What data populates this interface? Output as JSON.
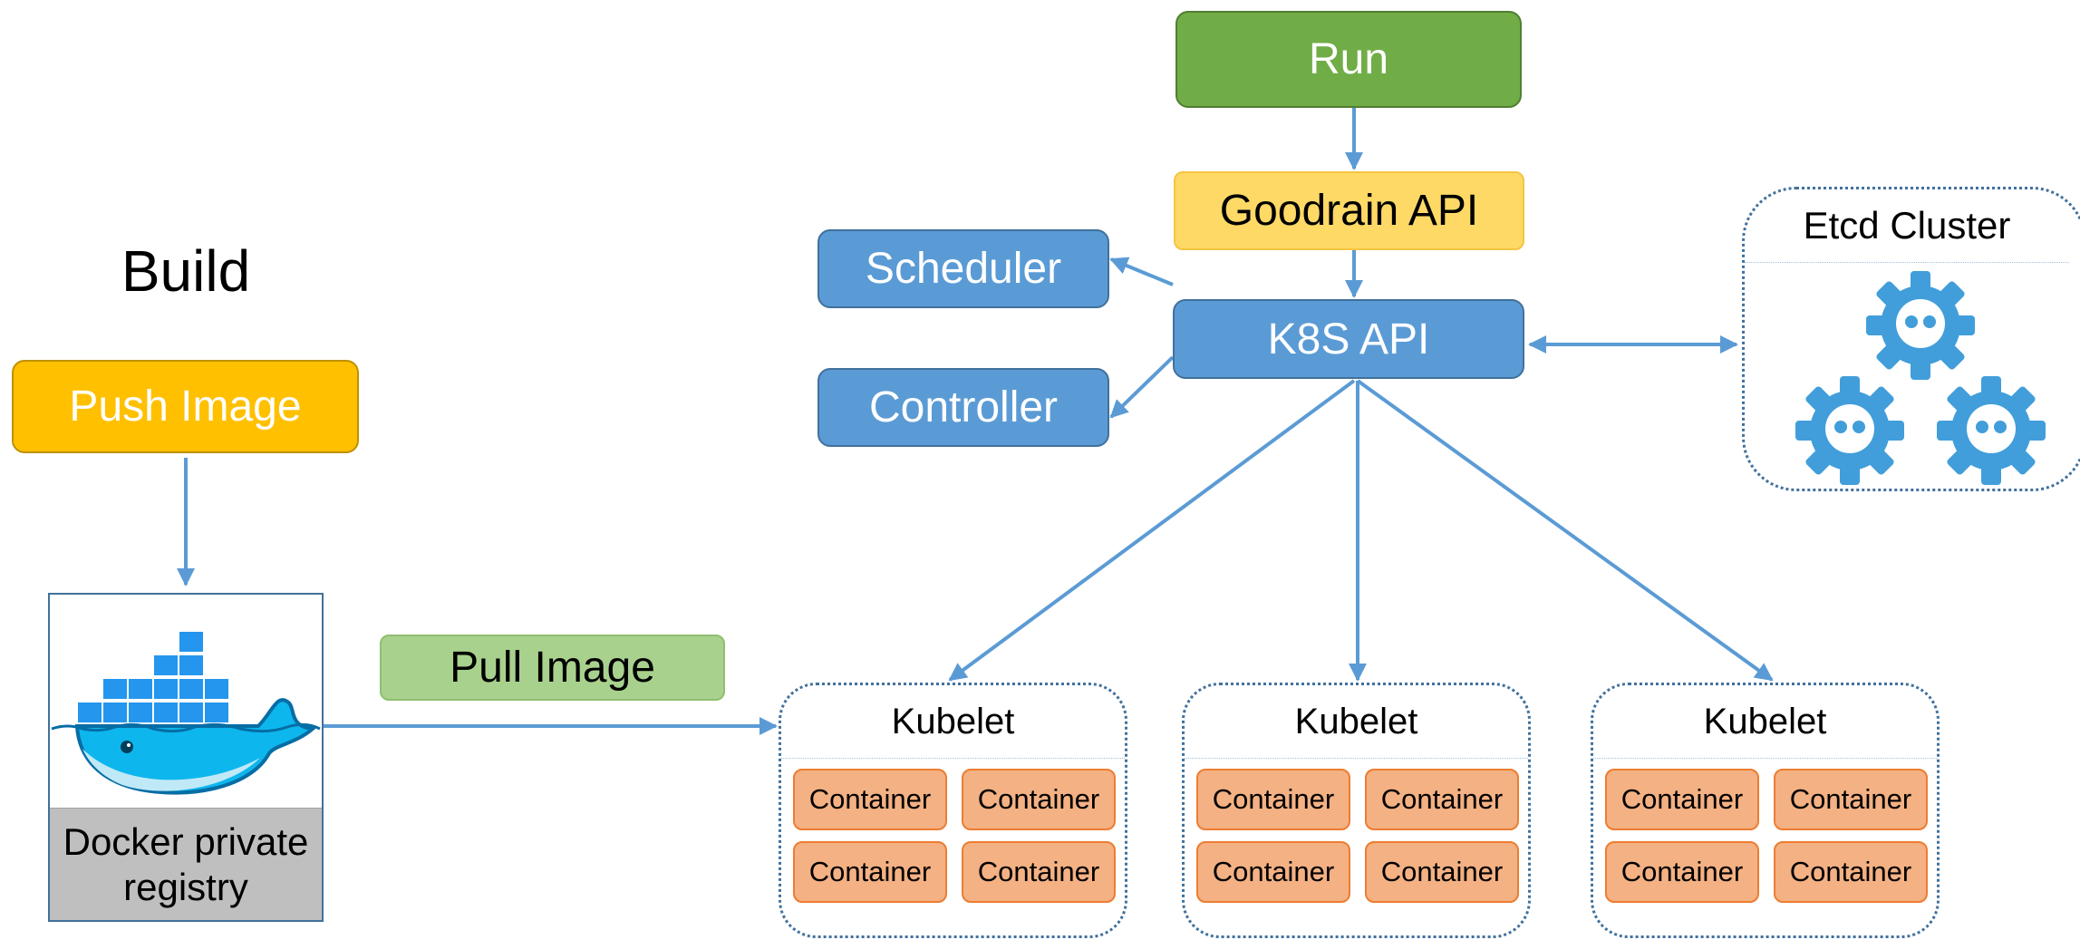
{
  "colors": {
    "arrow": "#5b9bd5",
    "blue_box": "#5b9bd5",
    "run": "#70ad47",
    "goodrain": "#ffd966",
    "push_image": "#ffc000",
    "pull_image": "#a9d18e",
    "container": "#f4b183",
    "registry_label_bg": "#bfbfbf"
  },
  "build_title": "Build",
  "push_image": "Push Image",
  "registry": {
    "label": "Docker private registry",
    "icon": "docker-whale-icon"
  },
  "pull_image": "Pull Image",
  "run": "Run",
  "goodrain_api": "Goodrain API",
  "k8s_api": "K8S API",
  "scheduler": "Scheduler",
  "controller": "Controller",
  "etcd": {
    "title": "Etcd Cluster",
    "icon": "etcd-gear-icon"
  },
  "kubelets": [
    {
      "title": "Kubelet",
      "containers": [
        "Container",
        "Container",
        "Container",
        "Container"
      ]
    },
    {
      "title": "Kubelet",
      "containers": [
        "Container",
        "Container",
        "Container",
        "Container"
      ]
    },
    {
      "title": "Kubelet",
      "containers": [
        "Container",
        "Container",
        "Container",
        "Container"
      ]
    }
  ]
}
